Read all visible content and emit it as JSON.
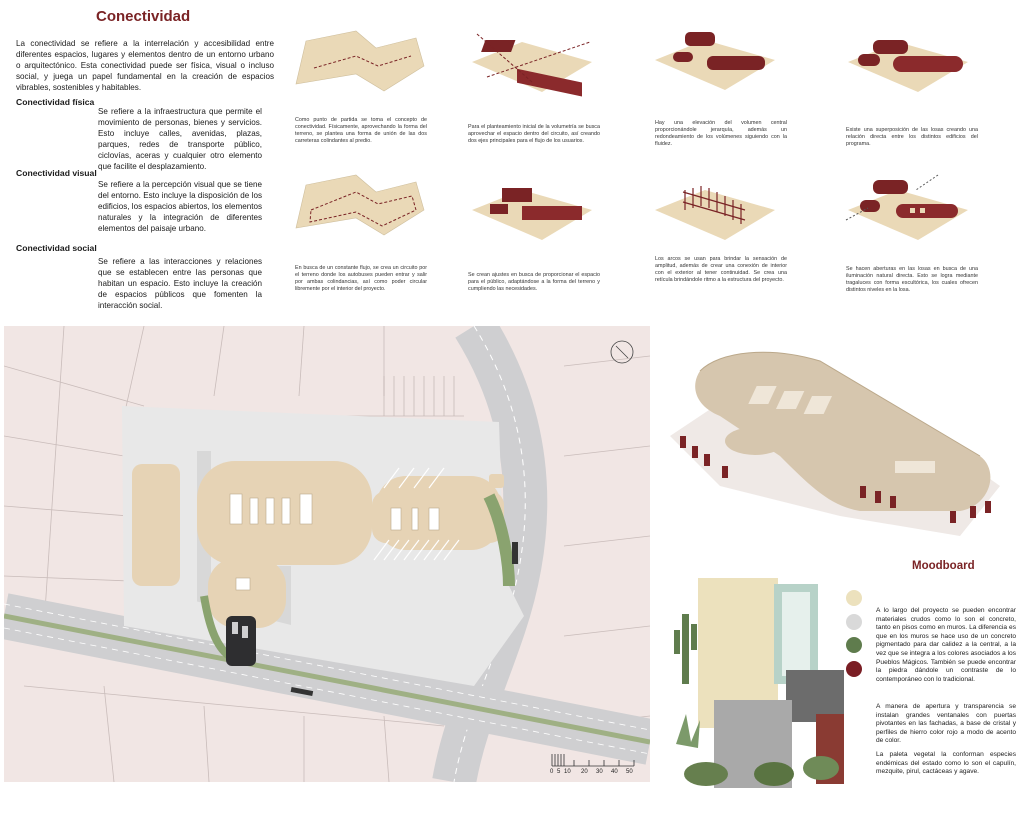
{
  "colors": {
    "accent": "#7a2325",
    "site_bg": "#f1e6e4",
    "building": "#e6d3b5",
    "road": "#cfcfd1",
    "swatches": [
      "#ece1bd",
      "#d9d9d9",
      "#5f7c4d",
      "#7a1e24"
    ]
  },
  "left": {
    "title": "Conectividad",
    "intro": "La conectividad se refiere a la interrelación y accesibilidad entre diferentes espacios, lugares y elementos dentro de un entorno urbano o arquitectónico. Esta conectividad puede ser física, visual o incluso social, y juega un papel fundamental en la creación de espacios vibrables, sostenibles y habitables.",
    "sections": [
      {
        "heading": "Conectividad física",
        "text": "Se refiere a la infraestructura que permite el movimiento de personas, bienes y servicios. Esto incluye calles, avenidas, plazas, parques, redes de transporte público, ciclovías, aceras y cualquier otro elemento que facilite el desplazamiento."
      },
      {
        "heading": "Conectividad visual",
        "text": "Se refiere a la percepción visual que se tiene del entorno. Esto incluye la disposición de los edificios, los espacios abiertos, los elementos naturales y la integración de diferentes elementos del paisaje urbano."
      },
      {
        "heading": "Conectividad social",
        "text": "Se refiere a las interacciones y relaciones que se establecen entre las personas que habitan un espacio. Esto incluye la creación de espacios públicos que fomenten la interacción social."
      }
    ]
  },
  "concepts": [
    {
      "caption": "Como punto de partida se toma el concepto de conectividad. Físicamente, aprovechando la forma del terreno, se plantea una forma de unión de las dos carreteras colindantes al predio.",
      "icon": "terrain-axis-diagram-icon"
    },
    {
      "caption": "Para el planteamiento inicial de la volumetría se busca aprovechar el espacio dentro del circuito, así creando dos ejes principales para el flujo de los usuarios.",
      "icon": "volume-axes-diagram-icon"
    },
    {
      "caption": "Hay una elevación del volumen central proporcionándole jerarquía, además un redondeamiento de los volúmenes siguiendo con la fluidez.",
      "icon": "volume-elevation-diagram-icon"
    },
    {
      "caption": "Existe una superposición de las losas creando una relación directa entre los distintos edificios del programa.",
      "icon": "slab-overlap-diagram-icon"
    },
    {
      "caption": "En busca de un constante flujo, se crea un circuito por el terreno donde los autobuses pueden entrar y salir por ambas colindancias, así como poder circular libremente por el interior del proyecto.",
      "icon": "bus-circuit-diagram-icon"
    },
    {
      "caption": "Se crean ajustes en busca de proporcionar el espacio para el público, adaptándose a la forma del terreno y cumpliendo las necesidades.",
      "icon": "volume-adjust-diagram-icon"
    },
    {
      "caption": "Los arcos se usan para brindar la sensación de amplitud, además de crear una conexión de interior con el exterior al tener continuidad. Se crea una retícula brindándole ritmo a la estructura del proyecto.",
      "icon": "structure-grid-diagram-icon"
    },
    {
      "caption": "Se hacen aberturas en las losas en busca de una iluminación natural directa. Esto se logra mediante tragaluces con forma escultórica, los cuales ofrecen distintos niveles en la losa.",
      "icon": "skylight-diagram-icon"
    }
  ],
  "site_plan": {
    "scale_labels": [
      "0",
      "5",
      "10",
      "20",
      "30",
      "40",
      "50"
    ],
    "north_icon": "north-arrow-icon"
  },
  "moodboard": {
    "title": "Moodboard",
    "paragraphs": [
      "A lo largo del proyecto se pueden encontrar materiales crudos como lo son el concreto, tanto en pisos como en muros. La diferencia es que en los muros se hace uso de un concreto pigmentado para dar calidez a la central, a la vez que se integra a los colores asociados a los Pueblos Mágicos. También se puede encontrar la piedra dándole un contraste de lo contemporáneo con lo tradicional.",
      "A manera de apertura y transparencia se instalan grandes ventanales con puertas pivotantes en las fachadas, a base de cristal y perfiles de hierro color rojo a modo de acento de color.",
      "La paleta vegetal la conforman especies endémicas del estado como lo son el capulín, mezquite, pirul, cactáceas y agave."
    ]
  }
}
